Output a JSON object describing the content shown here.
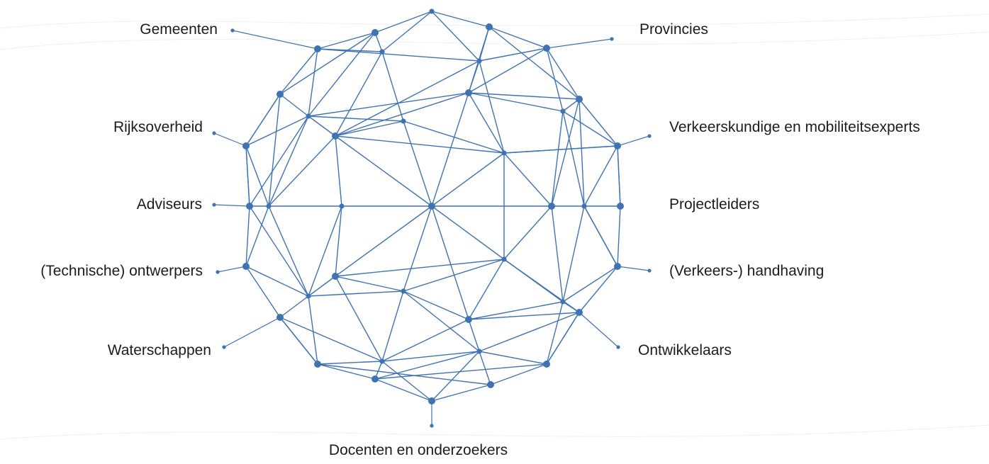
{
  "diagram": {
    "accent_color": "#3f73b1",
    "text_color": "#1c1c1c",
    "center_icon": "geodesic-sphere-icon",
    "labels": {
      "gemeenten": "Gemeenten",
      "provincies": "Provincies",
      "rijksoverheid": "Rijksoverheid",
      "verkeerskundige": "Verkeerskundige en mobiliteitsexperts",
      "adviseurs": "Adviseurs",
      "projectleiders": "Projectleiders",
      "ontwerpers": "(Technische) ontwerpers",
      "handhaving": "(Verkeers-) handhaving",
      "waterschappen": "Waterschappen",
      "ontwikkelaars": "Ontwikkelaars",
      "docenten": "Docenten en onderzoekers"
    }
  }
}
